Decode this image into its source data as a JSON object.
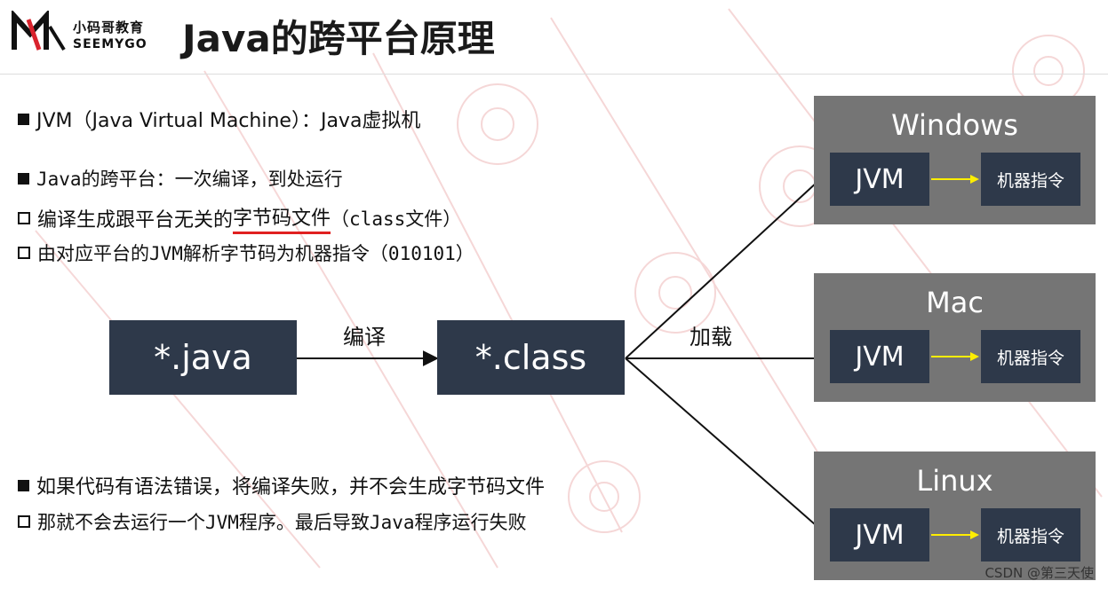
{
  "header": {
    "logo_cn": "小码哥教育",
    "logo_en": "SEEMYGO",
    "title": "Java的跨平台原理"
  },
  "bullets": {
    "b1": "JVM（Java Virtual Machine）：Java虚拟机",
    "b2": "Java的跨平台：一次编译，到处运行",
    "b3_pre": "编译生成跟平台无关的",
    "b3_underlined": "字节码文件",
    "b3_post": "（class文件）",
    "b4": "由对应平台的JVM解析字节码为机器指令（010101）",
    "b5": "如果代码有语法错误，将编译失败，并不会生成字节码文件",
    "b6": "那就不会去运行一个JVM程序。最后导致Java程序运行失败"
  },
  "flow": {
    "source": "*.java",
    "compile_label": "编译",
    "bytecode": "*.class",
    "load_label": "加载"
  },
  "platforms": [
    {
      "name": "Windows",
      "jvm": "JVM",
      "instructions": "机器指令"
    },
    {
      "name": "Mac",
      "jvm": "JVM",
      "instructions": "机器指令"
    },
    {
      "name": "Linux",
      "jvm": "JVM",
      "instructions": "机器指令"
    }
  ],
  "credit": "CSDN @第三天使",
  "colors": {
    "box": "#2e394a",
    "platform": "#757575",
    "underline": "#e02020",
    "jvm_arrow": "#ffee00"
  }
}
